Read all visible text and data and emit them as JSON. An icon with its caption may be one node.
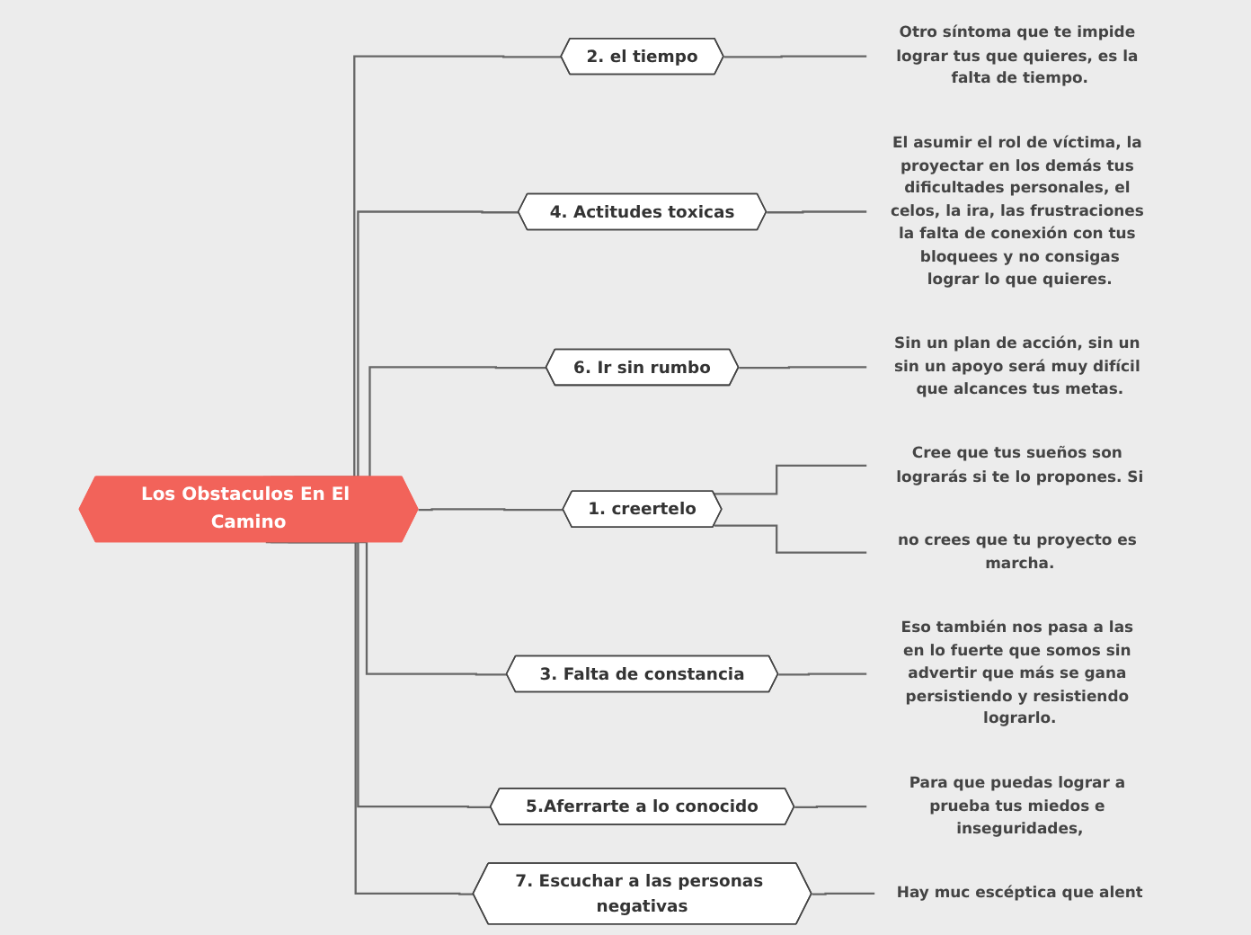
{
  "diagram": {
    "nodes": [
      {
        "text": [
          "Los Obstaculos En El Camino"
        ]
      },
      {
        "text": [
          "2. el tiempo"
        ]
      },
      {
        "text": [
          "Otro síntoma que te impide lograr tus que quieres, es la falta de tiempo."
        ]
      },
      {
        "text": [
          "4. Actitudes toxicas"
        ]
      },
      {
        "text": [
          "El asumir el rol de víctima, la proyectar en los demás tus dificultades personales, el celos, la ira, las frustraciones la falta de conexión con tus bloquees y no consigas",
          "lograr lo que quieres."
        ]
      },
      {
        "text": [
          "6. Ir sin rumbo"
        ]
      },
      {
        "text": [
          "Sin un plan de acción, sin un sin un apoyo será muy difícil que alcances tus metas."
        ]
      },
      {
        "text": [
          "1. creertelo"
        ]
      },
      {
        "text": [
          "Cree que tus sueños son lograrás si te lo propones. Si"
        ]
      },
      {
        "text": [
          "no crees que tu proyecto es marcha."
        ]
      },
      {
        "text": [
          "3. Falta de constancia"
        ]
      },
      {
        "text": [
          "Eso también nos pasa a las en lo fuerte que somos sin advertir que más se gana persistiendo y resistiendo lograrlo."
        ]
      },
      {
        "text": [
          "5.Aferrarte a lo conocido"
        ]
      },
      {
        "text": [
          "Para que puedas lograr a prueba tus miedos e inseguridades,"
        ]
      },
      {
        "text": [
          "7. Escuchar a las personas negativas"
        ]
      },
      {
        "text": [
          "Hay muc escéptica que alent"
        ]
      }
    ],
    "edges": [
      {
        "from": 0,
        "to": 1,
        "arrow": "none"
      },
      {
        "from": 1,
        "to": 2,
        "arrow": "none"
      },
      {
        "from": 0,
        "to": 3,
        "arrow": "none"
      },
      {
        "from": 3,
        "to": 4,
        "arrow": "none"
      },
      {
        "from": 0,
        "to": 5,
        "arrow": "none"
      },
      {
        "from": 5,
        "to": 6,
        "arrow": "none"
      },
      {
        "from": 0,
        "to": 7,
        "arrow": "none"
      },
      {
        "from": 7,
        "to": 8,
        "arrow": "none"
      },
      {
        "from": 7,
        "to": 9,
        "arrow": "none"
      },
      {
        "from": 0,
        "to": 10,
        "arrow": "none"
      },
      {
        "from": 10,
        "to": 11,
        "arrow": "none"
      },
      {
        "from": 0,
        "to": 12,
        "arrow": "none"
      },
      {
        "from": 12,
        "to": 13,
        "arrow": "none"
      },
      {
        "from": 0,
        "to": 14,
        "arrow": "none"
      },
      {
        "from": 14,
        "to": 15,
        "arrow": "none"
      }
    ]
  }
}
